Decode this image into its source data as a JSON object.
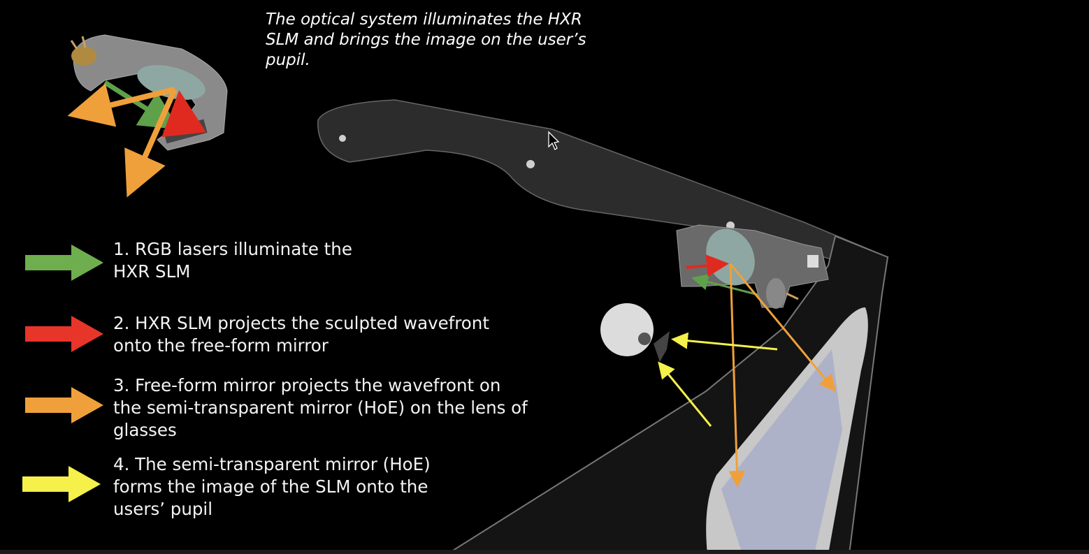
{
  "caption": "The optical system illuminates the HXR SLM and brings the image on the user’s pupil.",
  "steps": [
    {
      "text": "1. RGB lasers illuminate the\nHXR SLM",
      "color": "#6fae4e"
    },
    {
      "text": "2. HXR SLM projects the sculpted wavefront\nonto the free-form mirror",
      "color": "#e8352a"
    },
    {
      "text": "3. Free-form mirror projects the wavefront on\nthe semi-transparent mirror (HoE) on the lens of\nglasses",
      "color": "#f0a03a"
    },
    {
      "text": "4. The semi-transparent mirror (HoE)\nforms the image of the SLM onto the\nusers’ pupil",
      "color": "#f5f04a"
    }
  ]
}
